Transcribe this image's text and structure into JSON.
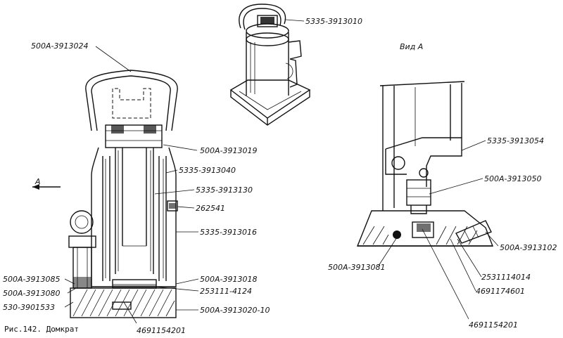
{
  "labels": {
    "top_handle": "500А-3913024",
    "top_iso": "5335-3913010",
    "view": "Вид А",
    "arrow": "А",
    "l1": "500А-3913019",
    "l2": "5335-3913040",
    "l3": "5335-3913130",
    "l4": "262541",
    "l5": "5335-3913016",
    "l6": "500А-3913018",
    "l7": "253111-4124",
    "l8": "500А-3913020-10",
    "l9": "4691154201",
    "left1": "500А-3913085",
    "left2": "500А-3913080",
    "left3": "530-3901533",
    "r1": "5335-3913054",
    "r2": "500А-3913050",
    "r3": "500А-3913102",
    "r4": "500А-3913081",
    "r5": "2531114014",
    "r6": "4691174601",
    "r7": "4691154201"
  },
  "caption": "Рис.142. Домкрат"
}
